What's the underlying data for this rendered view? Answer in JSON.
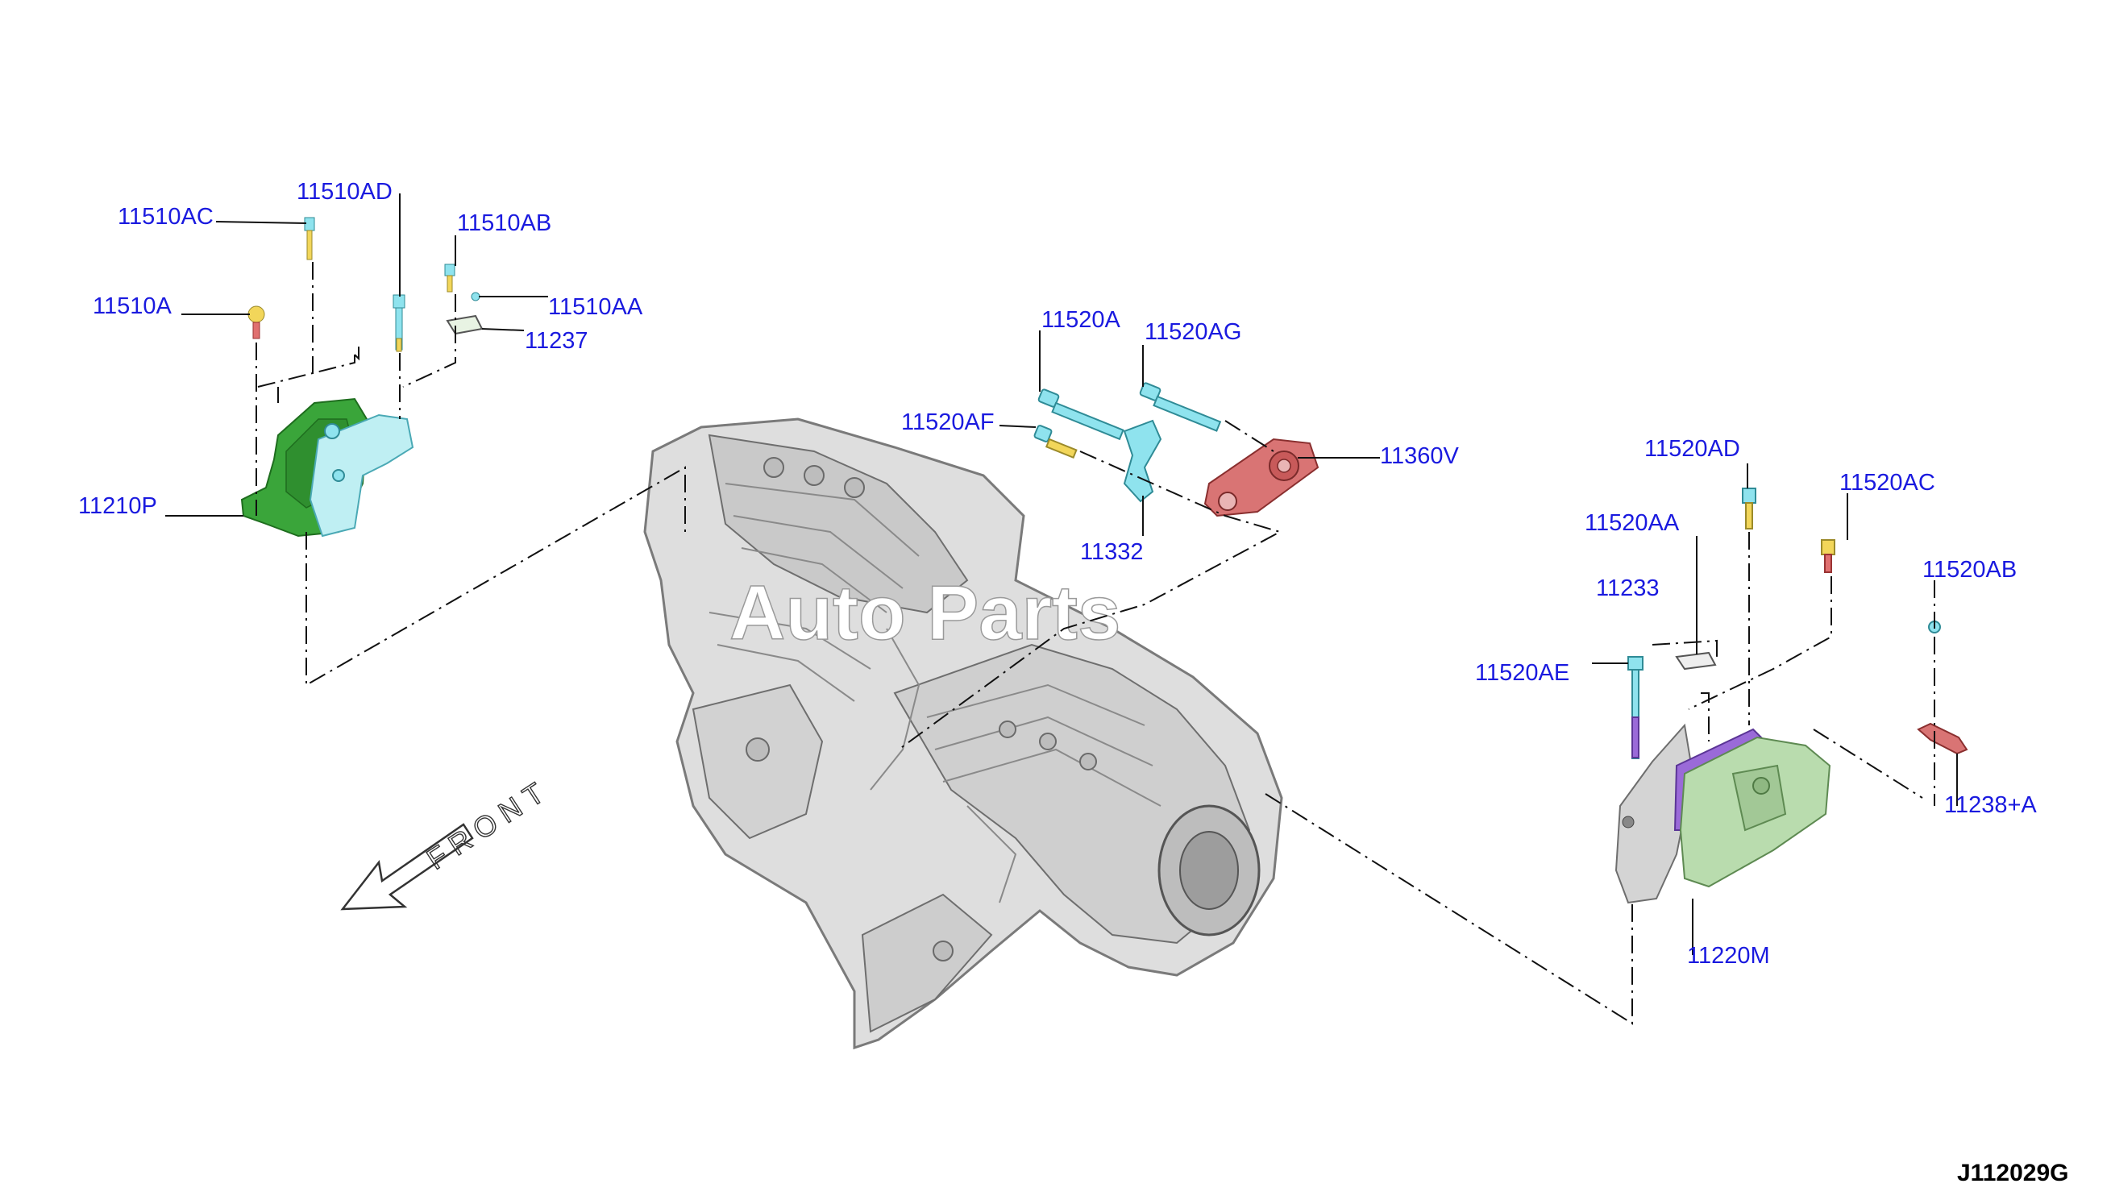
{
  "callouts": {
    "p11510AC": "11510AC",
    "p11510AD": "11510AD",
    "p11510AB": "11510AB",
    "p11510A": "11510A",
    "p11510AA": "11510AA",
    "p11237": "11237",
    "p11210P": "11210P",
    "p11520A": "11520A",
    "p11520AG": "11520AG",
    "p11520AF": "11520AF",
    "p11360V": "11360V",
    "p11332": "11332",
    "p11520AD": "11520AD",
    "p11520AC": "11520AC",
    "p11520AA": "11520AA",
    "p11520AB": "11520AB",
    "p11520AE": "11520AE",
    "p11238A": "11238+A",
    "p11220M": "11220M",
    "p11233": "11233"
  },
  "front_label": "FRONT",
  "figure_code": "J112029G",
  "watermark": "Auto Parts",
  "colors": {
    "left_mount": "#3aa53a",
    "bracket_cyan": "#8fe3ee",
    "rear_mount": "#c85a5a",
    "right_mount": "#b9dcae",
    "right_plate": "#9a6ad8",
    "engine": "#dcdcdc"
  }
}
